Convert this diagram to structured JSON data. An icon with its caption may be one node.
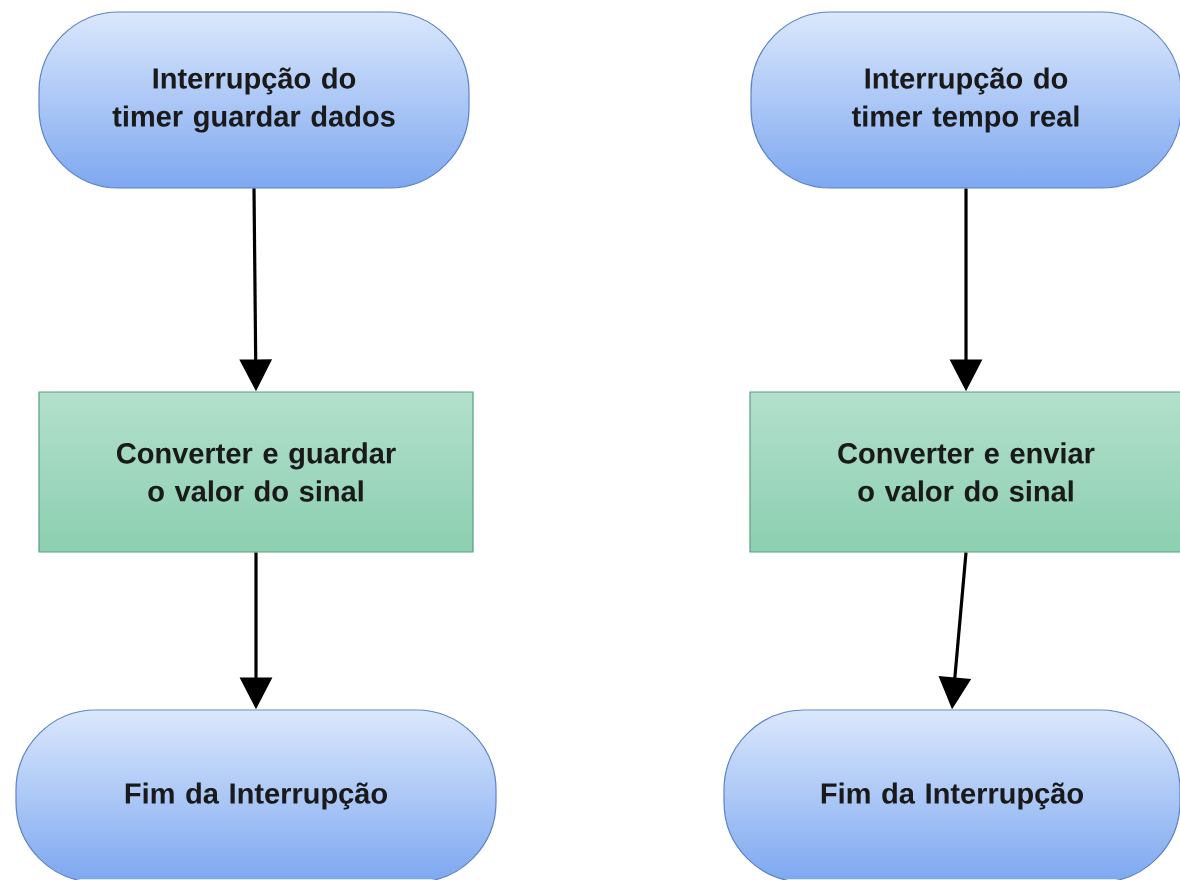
{
  "diagram": {
    "nodes": [
      {
        "text": [
          "Interrupção do timer guardar dados"
        ]
      },
      {
        "text": [
          "Converter e guardar o valor do sinal"
        ]
      },
      {
        "text": [
          "Fim da Interrupção"
        ]
      },
      {
        "text": [
          "Interrupção do timer tempo real"
        ]
      },
      {
        "text": [
          "Converter e enviar o valor do sinal"
        ]
      },
      {
        "text": [
          "Fim da Interrupção"
        ]
      }
    ],
    "edges": [
      {
        "from": 0,
        "to": 1,
        "arrow": "to"
      },
      {
        "from": 1,
        "to": 2,
        "arrow": "to"
      },
      {
        "from": 3,
        "to": 4,
        "arrow": "to"
      },
      {
        "from": 4,
        "to": 5,
        "arrow": "to"
      }
    ]
  }
}
